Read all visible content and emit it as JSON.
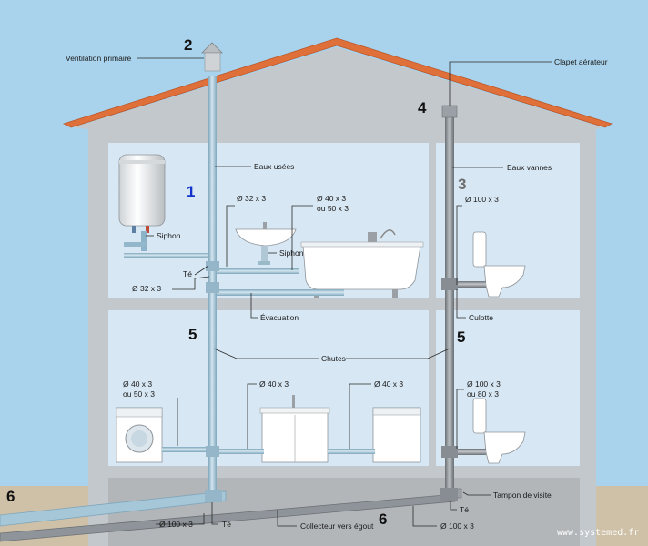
{
  "numbers": {
    "n1": "1",
    "n2": "2",
    "n3": "3",
    "n4": "4",
    "n5_left": "5",
    "n5_right": "5",
    "n6_left": "6",
    "n6_mid": "6"
  },
  "labels": {
    "ventilation_primaire": "Ventilation primaire",
    "clapet_aerateur": "Clapet aérateur",
    "eaux_usees": "Eaux usées",
    "eaux_vannes": "Eaux vannes",
    "siphon_heater": "Siphon",
    "siphon_sink": "Siphon",
    "te_upper": "Té",
    "d32_upper": "Ø 32 x 3",
    "d32_lower": "Ø 32 x 3",
    "d40_50_bath_1": "Ø 40 x 3",
    "d40_50_bath_2": "ou 50 x 3",
    "d100_upper": "Ø 100 x 3",
    "evacuation": "Évacuation",
    "culotte": "Culotte",
    "chutes": "Chutes",
    "d40_50_wm_1": "Ø 40 x 3",
    "d40_50_wm_2": "ou 50 x 3",
    "d40_cab": "Ø 40 x 3",
    "d40_dw": "Ø 40 x 3",
    "d100_80_1": "Ø 100 x 3",
    "d100_80_2": "ou 80 x 3",
    "tampon": "Tampon de visite",
    "te_right": "Té",
    "d100_bot_left": "Ø 100 x 3",
    "te_bot": "Té",
    "collecteur": "Collecteur vers égout",
    "d100_bot_right": "Ø 100 x 3"
  },
  "watermark": "www.systemed.fr",
  "colors": {
    "sky": "#a9d3ec",
    "roof": "#e0703a",
    "wall": "#c3c8cd",
    "room": "#d7e7f3",
    "basement": "#b3b6b9",
    "ground": "#cfc1a8",
    "pipe_light": "#a6c7d8",
    "pipe_dark": "#8e9499"
  }
}
